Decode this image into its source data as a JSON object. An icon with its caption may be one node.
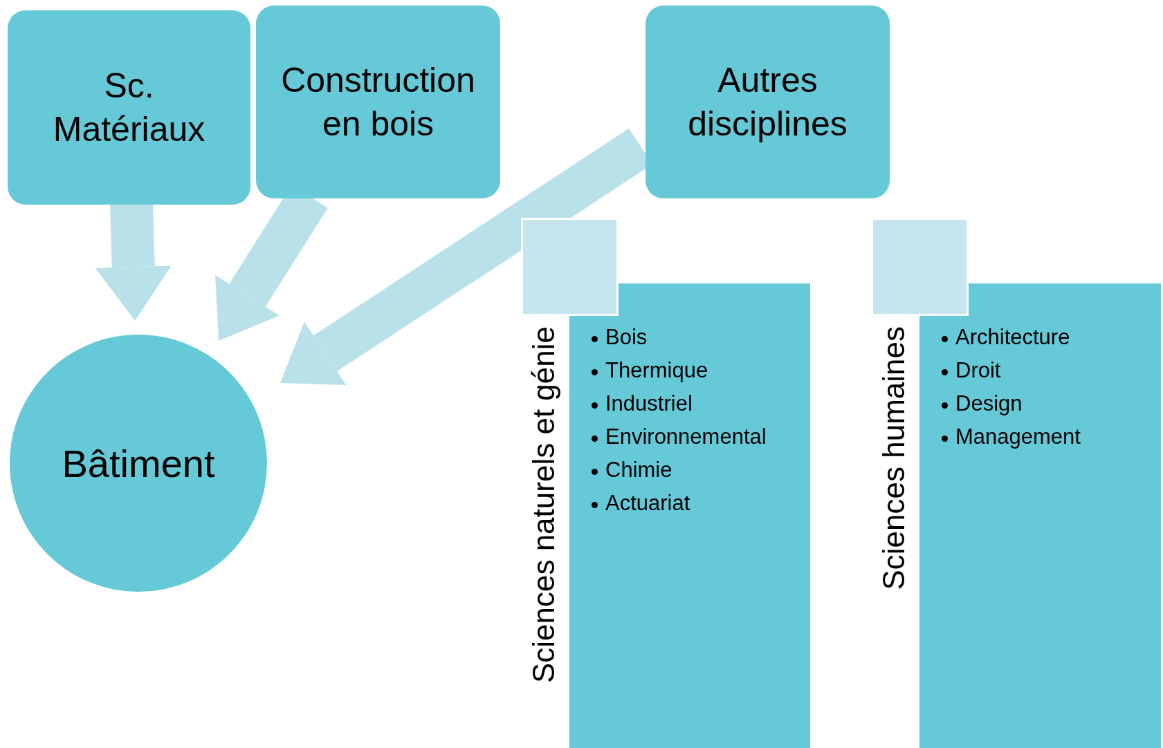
{
  "diagram": {
    "nodes": [
      {
        "text": [
          "Sc. Matériaux"
        ]
      },
      {
        "text": [
          "Construction en bois"
        ]
      },
      {
        "text": [
          "Autres disciplines"
        ]
      },
      {
        "text": [
          "Bâtiment"
        ]
      },
      {
        "text": [],
        "shape": "box"
      },
      {
        "text": [
          "Sciences naturels et génie",
          "Bois",
          "Thermique",
          "Industriel",
          "Environnemental",
          "Chimie",
          "Actuariat"
        ]
      },
      {
        "text": [],
        "shape": "box"
      },
      {
        "text": [
          "Sciences humaines",
          "Architecture",
          "Droit",
          "Design",
          "Management"
        ]
      }
    ],
    "edges": [
      {
        "from": 0,
        "to": 3,
        "arrow": "to"
      },
      {
        "from": 1,
        "to": 3,
        "arrow": "to"
      },
      {
        "from": 2,
        "to": 3,
        "arrow": "to"
      }
    ]
  }
}
